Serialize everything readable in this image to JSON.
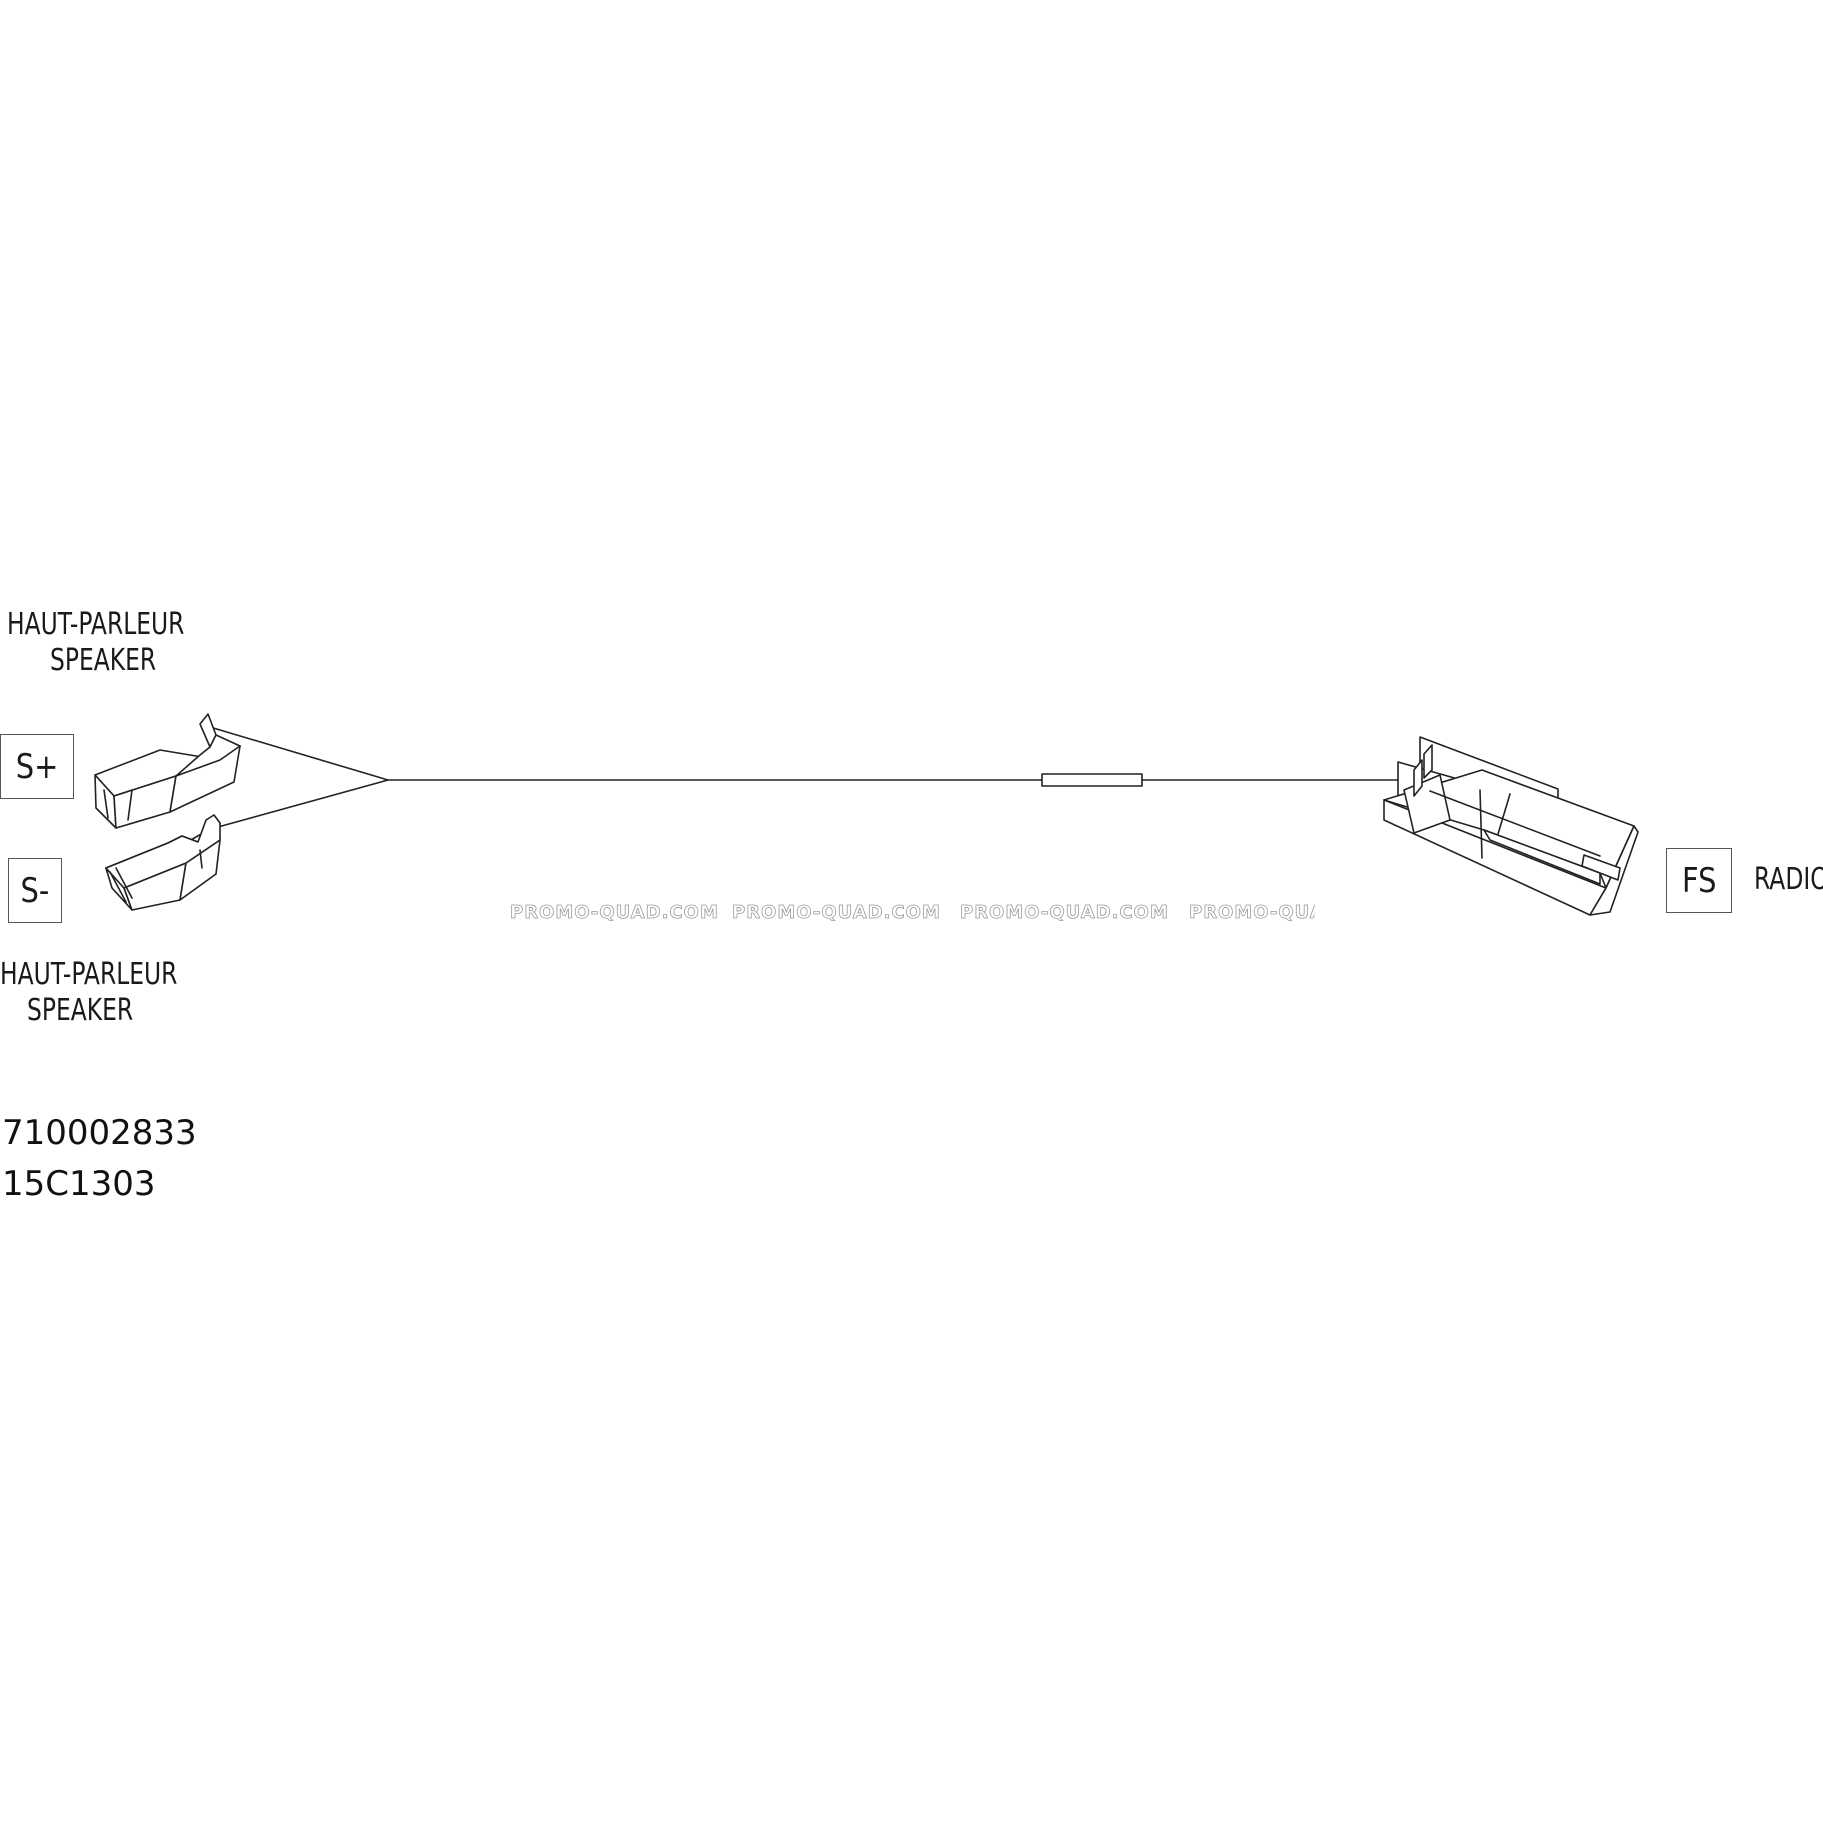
{
  "speaker_top": {
    "line1": "HAUT-PARLEUR",
    "line2": "SPEAKER"
  },
  "speaker_bottom": {
    "line1": "HAUT-PARLEUR",
    "line2": "SPEAKER"
  },
  "terminal_pos": "S+",
  "terminal_neg": "S-",
  "connector_code": "FS",
  "connector_name": "RADIO",
  "part_number": "710002833",
  "drawing_code": "15C1303",
  "watermark": "PROMO-QUAD.COM",
  "watermark_partial": "PROMO-QUA"
}
